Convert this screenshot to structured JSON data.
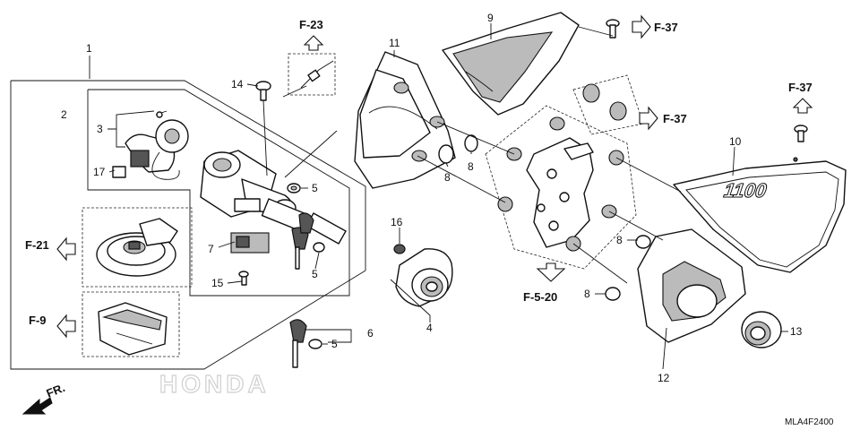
{
  "diagram": {
    "callouts": [
      {
        "id": "c1",
        "text": "1"
      },
      {
        "id": "c2",
        "text": "2"
      },
      {
        "id": "c3",
        "text": "3"
      },
      {
        "id": "c4",
        "text": "4"
      },
      {
        "id": "c5a",
        "text": "5"
      },
      {
        "id": "c5b",
        "text": "5"
      },
      {
        "id": "c5c",
        "text": "5"
      },
      {
        "id": "c6",
        "text": "6"
      },
      {
        "id": "c7",
        "text": "7"
      },
      {
        "id": "c8a",
        "text": "8"
      },
      {
        "id": "c8b",
        "text": "8"
      },
      {
        "id": "c8c",
        "text": "8"
      },
      {
        "id": "c8d",
        "text": "8"
      },
      {
        "id": "c9",
        "text": "9"
      },
      {
        "id": "c10",
        "text": "10"
      },
      {
        "id": "c11",
        "text": "11"
      },
      {
        "id": "c12",
        "text": "12"
      },
      {
        "id": "c13",
        "text": "13"
      },
      {
        "id": "c14",
        "text": "14"
      },
      {
        "id": "c15",
        "text": "15"
      },
      {
        "id": "c16",
        "text": "16"
      },
      {
        "id": "c17",
        "text": "17"
      }
    ],
    "references": [
      {
        "id": "r_f23",
        "text": "F-23"
      },
      {
        "id": "r_f37a",
        "text": "F-37"
      },
      {
        "id": "r_f37b",
        "text": "F-37"
      },
      {
        "id": "r_f37c",
        "text": "F-37"
      },
      {
        "id": "r_f21",
        "text": "F-21"
      },
      {
        "id": "r_f9",
        "text": "F-9"
      },
      {
        "id": "r_f520",
        "text": "F-5-20"
      }
    ],
    "front_label": "FR.",
    "emblem_text": "1100",
    "watermark": "HONDA",
    "diagram_code": "MLA4F2400"
  }
}
